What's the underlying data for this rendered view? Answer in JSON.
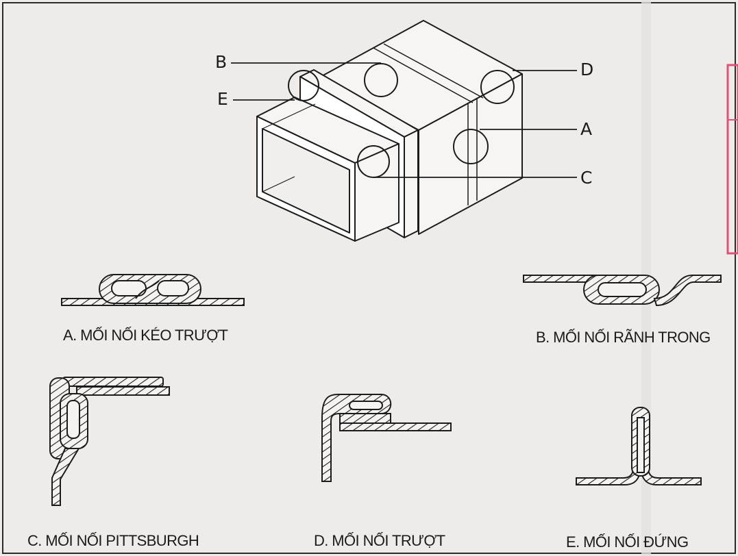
{
  "callouts": {
    "b": "B",
    "e": "E",
    "d": "D",
    "a": "A",
    "c": "C"
  },
  "captions": {
    "a": "A. MỐI NỐI KÉO TRƯỢT",
    "b": "B. MỐI NỐI RÃNH TRONG",
    "c": "C. MỐI NỐI PITTSBURGH",
    "d": "D. MỐI NỐI TRƯỢT",
    "e": "E. MỐI NỐI ĐỨNG"
  },
  "colors": {
    "paper": "#eeebe8",
    "ink": "#1b1b1b",
    "margin_tab": "#e0507a"
  }
}
